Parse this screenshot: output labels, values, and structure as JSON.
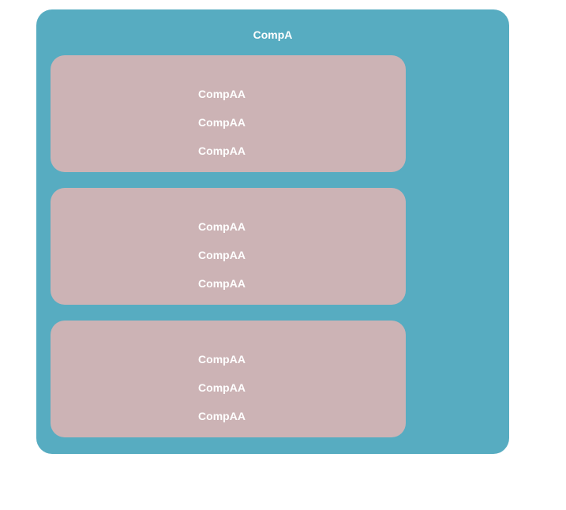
{
  "colors": {
    "page_background": "#ffffff",
    "compA_fill": "#57ACC1",
    "compAA_fill": "#CCB3B5",
    "text_color": "#ffffff"
  },
  "compA": {
    "title": "CompA",
    "children": [
      {
        "labels": [
          "CompAA",
          "CompAA",
          "CompAA"
        ]
      },
      {
        "labels": [
          "CompAA",
          "CompAA",
          "CompAA"
        ]
      },
      {
        "labels": [
          "CompAA",
          "CompAA",
          "CompAA"
        ]
      }
    ]
  }
}
